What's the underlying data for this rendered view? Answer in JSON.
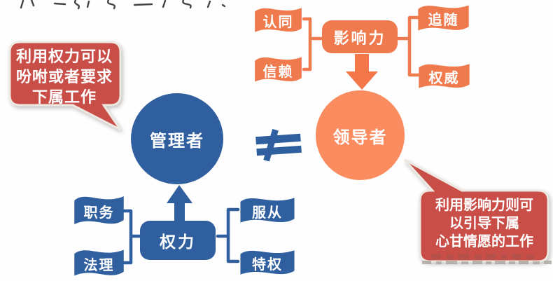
{
  "palette": {
    "blue": "#2F5F9E",
    "orange": "#EF7A4D",
    "orange_light": "#FB8C5F",
    "callout_red": "#C94E47",
    "callout_border": "#EDE8E2"
  },
  "manager": {
    "label": "管理者"
  },
  "leader": {
    "label": "领导者"
  },
  "relation": {
    "symbol": "≠"
  },
  "manager_callout": {
    "lines": [
      "利用权力可以",
      "吩咐或者要求",
      "下属工作"
    ]
  },
  "leader_callout": {
    "lines": [
      "利用影响力则可",
      "以引导下属",
      "心甘情愿的工作"
    ]
  },
  "power_group": {
    "center_label": "权力",
    "left_flags": [
      "职务",
      "法理"
    ],
    "right_flags": [
      "服从",
      "特权"
    ]
  },
  "influence_group": {
    "center_label": "影响力",
    "left_flags": [
      "认同",
      "信赖"
    ],
    "right_flags": [
      "追随",
      "权威"
    ]
  }
}
